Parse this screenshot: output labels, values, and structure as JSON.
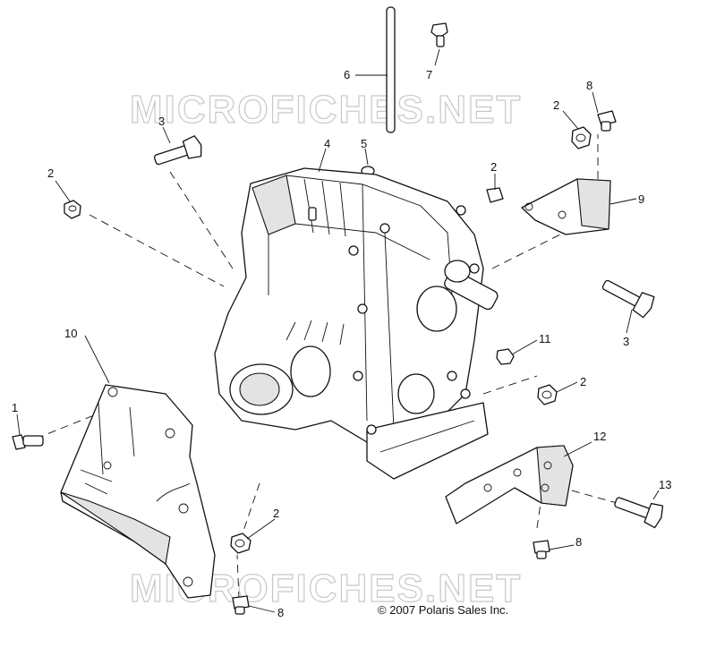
{
  "watermark": "MICROFICHES.NET",
  "copyright": "© 2007 Polaris Sales Inc.",
  "callouts": {
    "c1": "1",
    "c2a": "2",
    "c2b": "2",
    "c2c": "2",
    "c2d": "2",
    "c2e": "2",
    "c3a": "3",
    "c3b": "3",
    "c4": "4",
    "c5": "5",
    "c6": "6",
    "c7": "7",
    "c8a": "8",
    "c8b": "8",
    "c8c": "8",
    "c9": "9",
    "c10": "10",
    "c11": "11",
    "c12": "12",
    "c13": "13"
  }
}
